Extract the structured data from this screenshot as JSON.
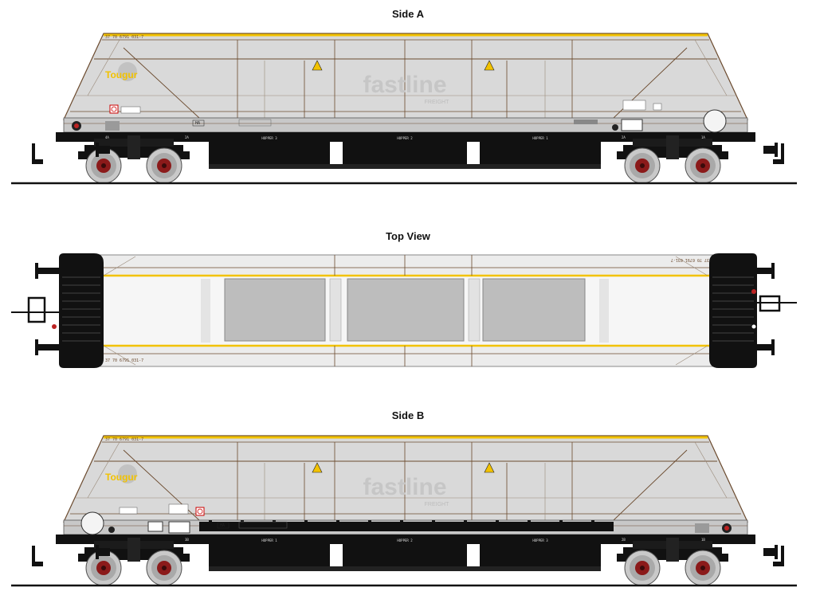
{
  "views": {
    "side_a": "Side A",
    "top": "Top View",
    "side_b": "Side B"
  },
  "wagon": {
    "number": "37 70 6791 031-7",
    "operator": "Tougur",
    "brand": "fastline",
    "brand_sub": "FREIGHT",
    "hoppers_a": [
      "HOPPER 3",
      "HOPPER 2",
      "HOPPER 1"
    ],
    "hoppers_b": [
      "HOPPER 1",
      "HOPPER 2",
      "HOPPER 3"
    ],
    "end_left_a": "4A",
    "end_right_a": "1A",
    "end_left_b": "3B",
    "end_right_b": "1B",
    "axle_a": "2A",
    "axle_b": "2B",
    "ha": "HA"
  },
  "colors": {
    "body": "#d9d9d9",
    "body_light": "#e8e8e8",
    "outline": "#6b4a2e",
    "chassis": "#111111",
    "yellow": "#f2c200",
    "wheel_hub": "#8b1a1a",
    "wheel_rim": "#bdbdbd",
    "logo": "#c8c8c8"
  }
}
